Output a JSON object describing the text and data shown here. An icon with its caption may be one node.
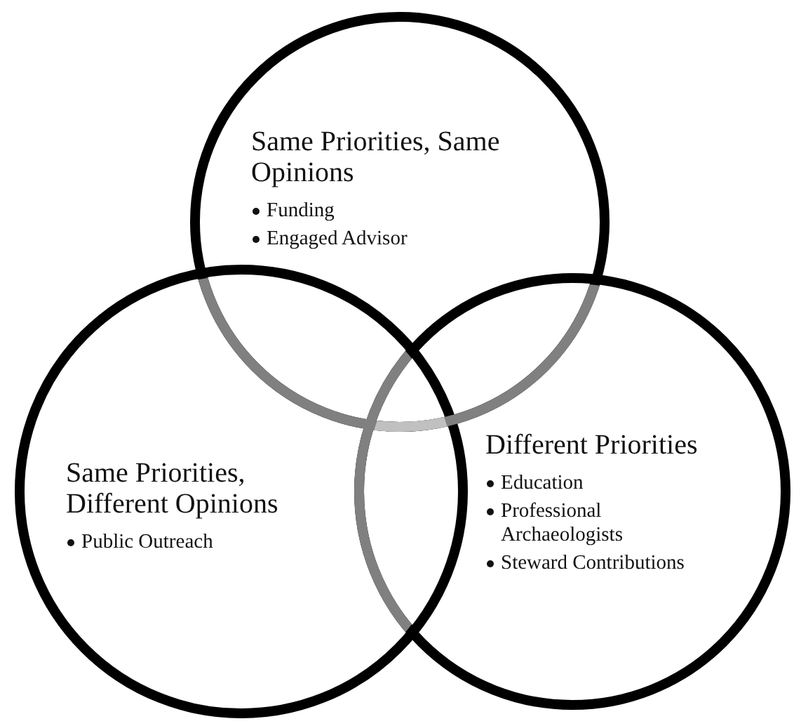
{
  "diagram": {
    "nodes": [
      {
        "text": [
          "Same Priorities, Same Opinions",
          "Funding",
          "Engaged Advisor"
        ]
      },
      {
        "text": [
          "Same Priorities, Different Opinions",
          "Public Outreach"
        ]
      },
      {
        "text": [
          "Different Priorities",
          "Education",
          "Professional Archaeologists",
          "Steward Contributions"
        ]
      }
    ]
  }
}
